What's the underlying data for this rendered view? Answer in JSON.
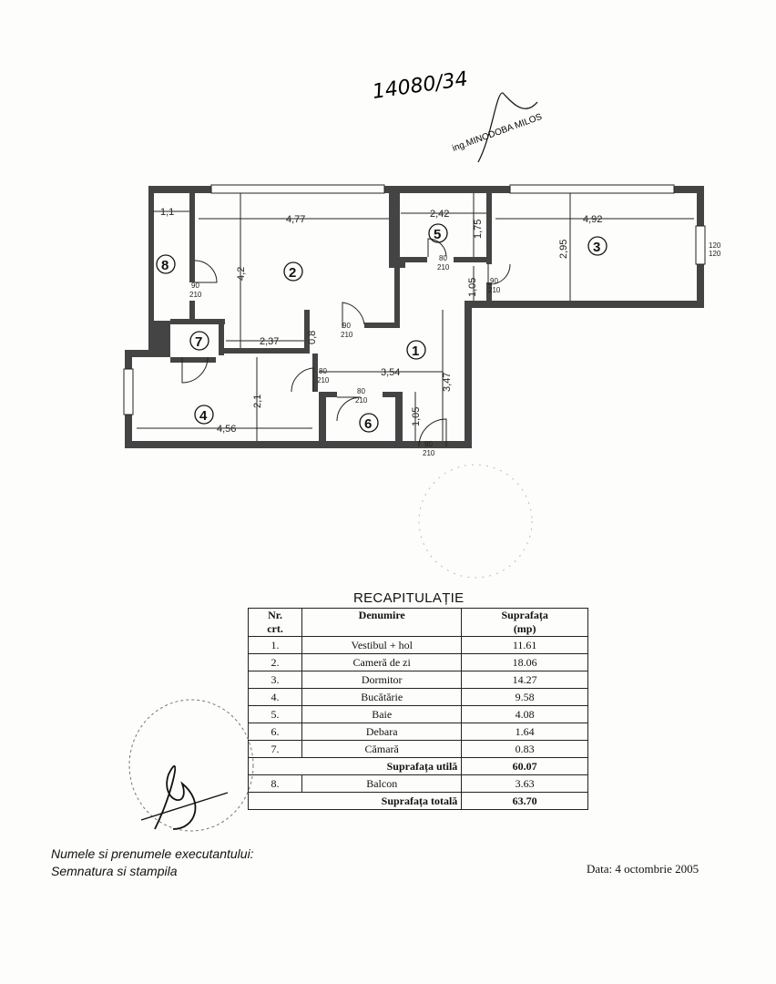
{
  "header": {
    "reference_number": "14080/34",
    "engineer_stamp": "ing.MINODOBA MILOS"
  },
  "plan": {
    "room_numbers": [
      "1",
      "2",
      "3",
      "4",
      "5",
      "6",
      "7",
      "8"
    ],
    "dimensions": {
      "d_1_1": "1,1",
      "d_4_77": "4,77",
      "d_2_42": "2,42",
      "d_1_75": "1,75",
      "d_4_92": "4,92",
      "d_4_2": "4,2",
      "d_2_95": "2,95",
      "d_1_05a": "1,05",
      "d_2_37": "2,37",
      "d_0_8": "0,8",
      "d_3_54": "3,54",
      "d_3_47": "3,47",
      "d_2_1": "2,1",
      "d_4_56": "4,56",
      "d_1_05b": "1,05"
    },
    "window_top": "120",
    "window_bottom": "120",
    "door_width": "90",
    "door_width_80": "80",
    "door_height": "210"
  },
  "recap": {
    "title": "RECAPITULAȚIE",
    "headers": {
      "nr": "Nr.",
      "crt": "crt.",
      "denumire": "Denumire",
      "suprafata": "Suprafața",
      "unit": "(mp)"
    },
    "rows": [
      {
        "nr": "1.",
        "name": "Vestibul + hol",
        "area": "11.61"
      },
      {
        "nr": "2.",
        "name": "Cameră de zi",
        "area": "18.06"
      },
      {
        "nr": "3.",
        "name": "Dormitor",
        "area": "14.27"
      },
      {
        "nr": "4.",
        "name": "Bucătărie",
        "area": "9.58"
      },
      {
        "nr": "5.",
        "name": "Baie",
        "area": "4.08"
      },
      {
        "nr": "6.",
        "name": "Debara",
        "area": "1.64"
      },
      {
        "nr": "7.",
        "name": "Cămară",
        "area": "0.83"
      }
    ],
    "useful_label": "Suprafața utilă",
    "useful_value": "60.07",
    "balcony": {
      "nr": "8.",
      "name": "Balcon",
      "area": "3.63"
    },
    "total_label": "Suprafața totală",
    "total_value": "63.70"
  },
  "footer": {
    "executant": "Numele si prenumele executantului:",
    "signature": "Semnatura si stampila",
    "date": "Data: 4 octombrie 2005"
  }
}
